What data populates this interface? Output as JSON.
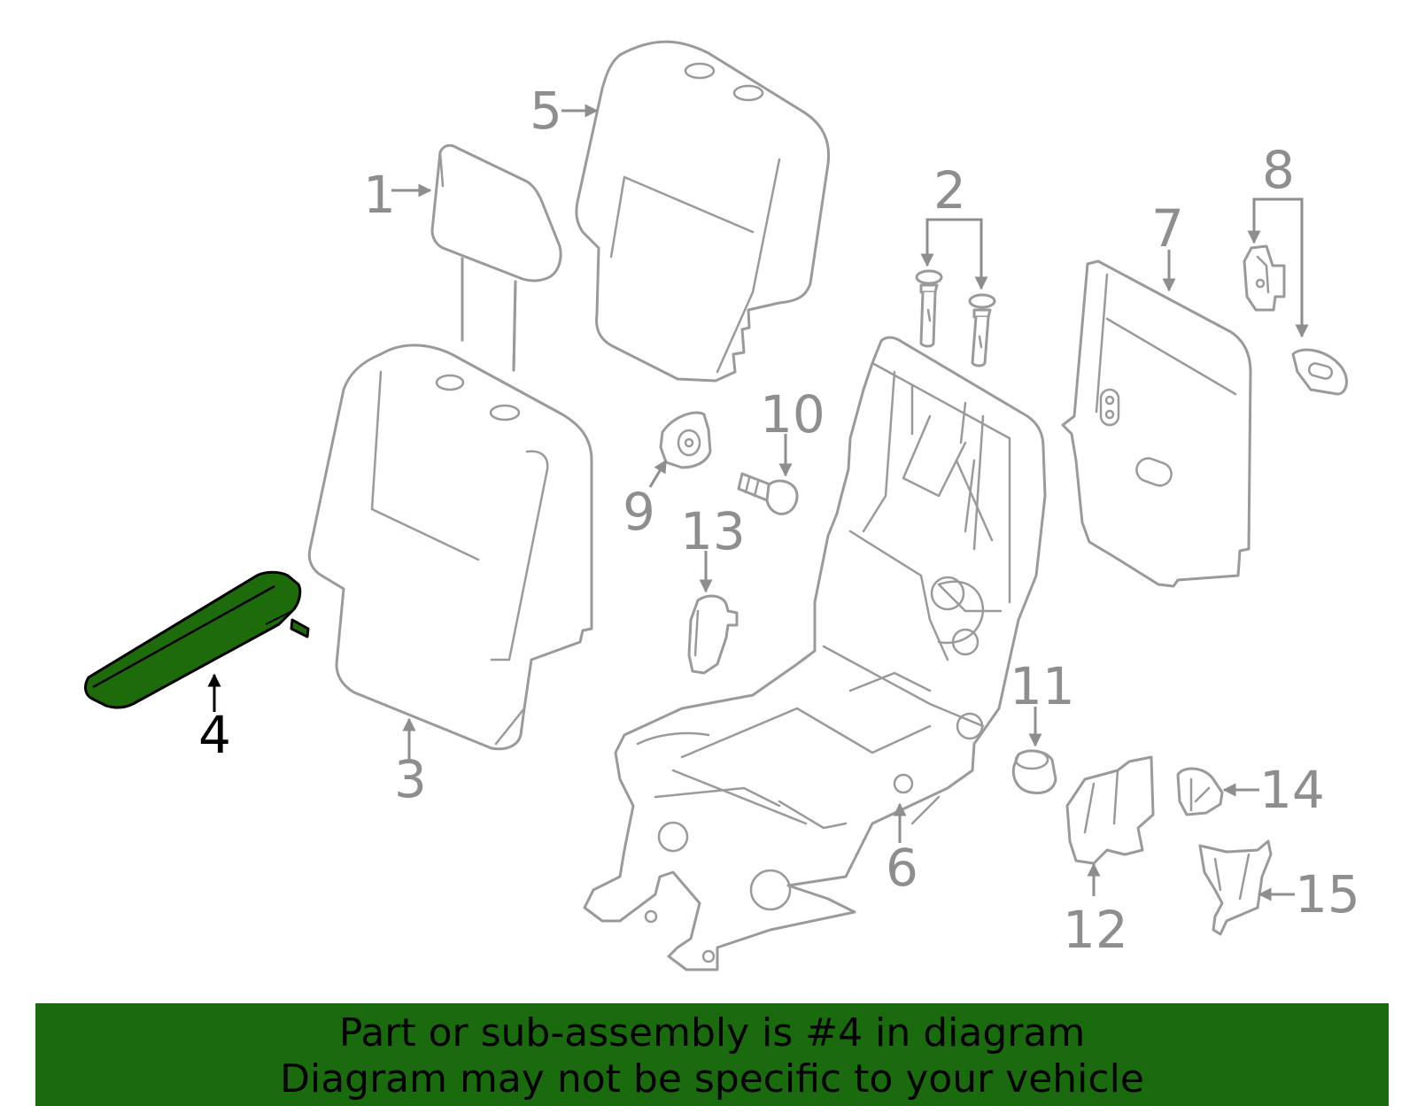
{
  "colors": {
    "highlight_fill": "#1e6b0c",
    "banner_background": "#1a6b0e",
    "part_outline": "#9a9a9a",
    "callout_gray": "#8e8e8e",
    "highlight_text": "#000000"
  },
  "diagram": {
    "highlighted_part": "4",
    "callouts": [
      {
        "id": "c1",
        "label": "1"
      },
      {
        "id": "c2",
        "label": "2"
      },
      {
        "id": "c3",
        "label": "3"
      },
      {
        "id": "c4",
        "label": "4"
      },
      {
        "id": "c5",
        "label": "5"
      },
      {
        "id": "c6",
        "label": "6"
      },
      {
        "id": "c7",
        "label": "7"
      },
      {
        "id": "c8",
        "label": "8"
      },
      {
        "id": "c9",
        "label": "9"
      },
      {
        "id": "c10",
        "label": "10"
      },
      {
        "id": "c11",
        "label": "11"
      },
      {
        "id": "c12",
        "label": "12"
      },
      {
        "id": "c13",
        "label": "13"
      },
      {
        "id": "c14",
        "label": "14"
      },
      {
        "id": "c15",
        "label": "15"
      }
    ]
  },
  "banner": {
    "line1": "Part or sub-assembly is #4 in diagram",
    "line2": "Diagram may not be specific to your vehicle"
  }
}
